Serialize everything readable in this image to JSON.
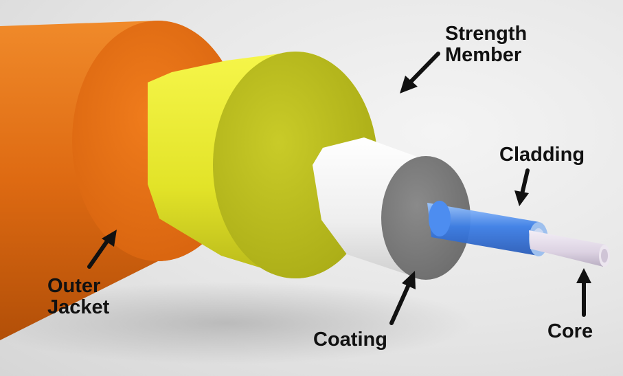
{
  "labels": {
    "strength_member": [
      "Strength",
      "Member"
    ],
    "cladding": [
      "Cladding"
    ],
    "outer_jacket": [
      "Outer",
      "Jacket"
    ],
    "coating": [
      "Coating"
    ],
    "core": [
      "Core"
    ]
  },
  "colors": {
    "outer_jacket": "#e8761d",
    "strength_member": "#e8ea35",
    "coating": "#eeeeee",
    "cladding": "#3d7fe0",
    "core": "#e2d8e6",
    "text": "#111111"
  }
}
